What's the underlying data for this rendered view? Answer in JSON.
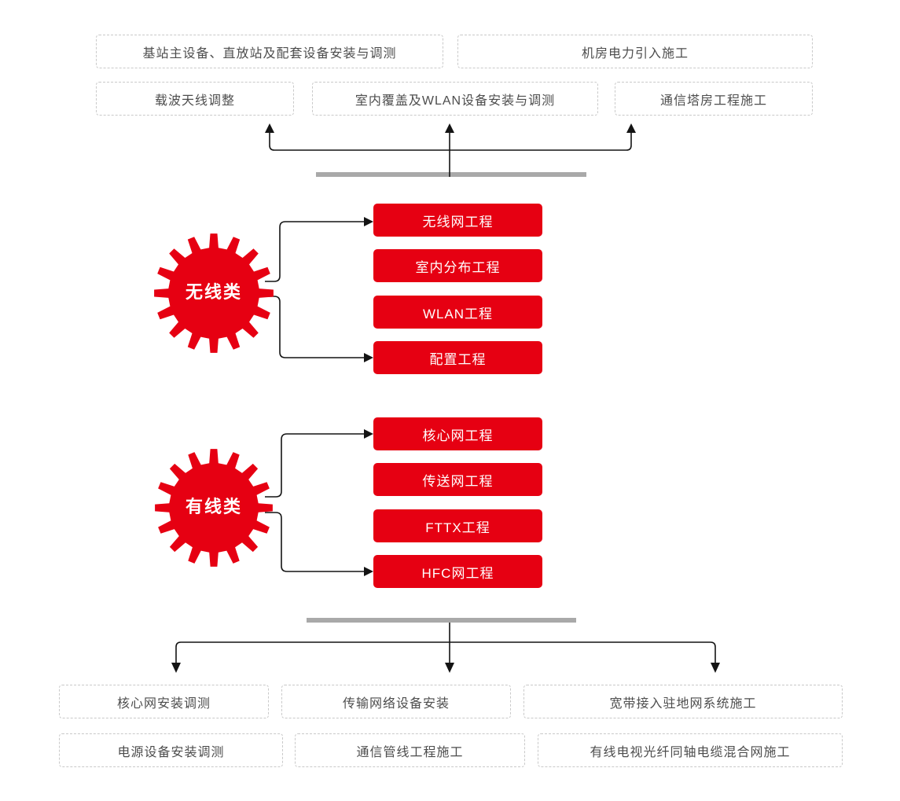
{
  "colors": {
    "red": "#e60012",
    "line": "#141414",
    "bar_gray": "#a9a9a9",
    "box_border": "#c9c9c9",
    "box_text": "#4d4d4d"
  },
  "top_row1": [
    "基站主设备、直放站及配套设备安装与调测",
    "机房电力引入施工"
  ],
  "top_row2": [
    "载波天线调整",
    "室内覆盖及WLAN设备安装与调测",
    "通信塔房工程施工"
  ],
  "wireless": {
    "gear_label": "无线类",
    "items": [
      "无线网工程",
      "室内分布工程",
      "WLAN工程",
      "配置工程"
    ]
  },
  "wired": {
    "gear_label": "有线类",
    "items": [
      "核心网工程",
      "传送网工程",
      "FTTX工程",
      "HFC网工程"
    ]
  },
  "bottom_row1": [
    "核心网安装调测",
    "传输网络设备安装",
    "宽带接入驻地网系统施工"
  ],
  "bottom_row2": [
    "电源设备安装调测",
    "通信管线工程施工",
    "有线电视光纤同轴电缆混合网施工"
  ]
}
